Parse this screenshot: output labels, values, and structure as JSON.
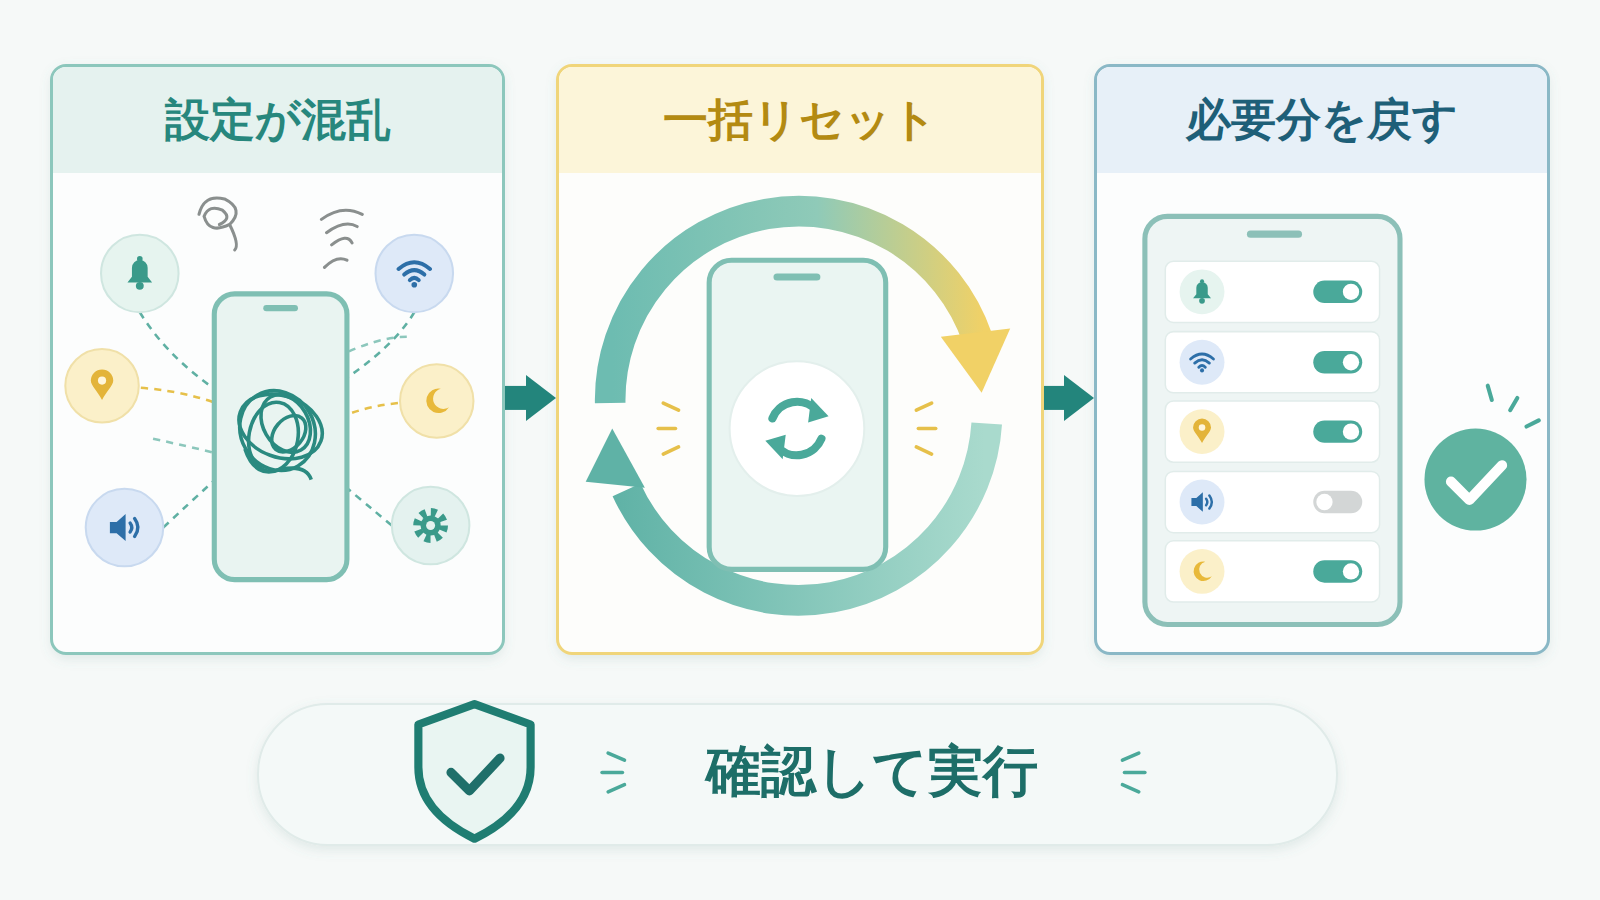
{
  "diagram": {
    "nodes": [
      {
        "text": [
          "設定が混乱"
        ]
      },
      {
        "text": [
          "一括リセット"
        ]
      },
      {
        "text": [
          "必要分を戻す"
        ]
      },
      {
        "text": [
          "確認して実行"
        ]
      }
    ],
    "edges": [
      {
        "from": 0,
        "to": 1,
        "arrow": "to"
      },
      {
        "from": 1,
        "to": 2,
        "arrow": "to"
      }
    ]
  }
}
